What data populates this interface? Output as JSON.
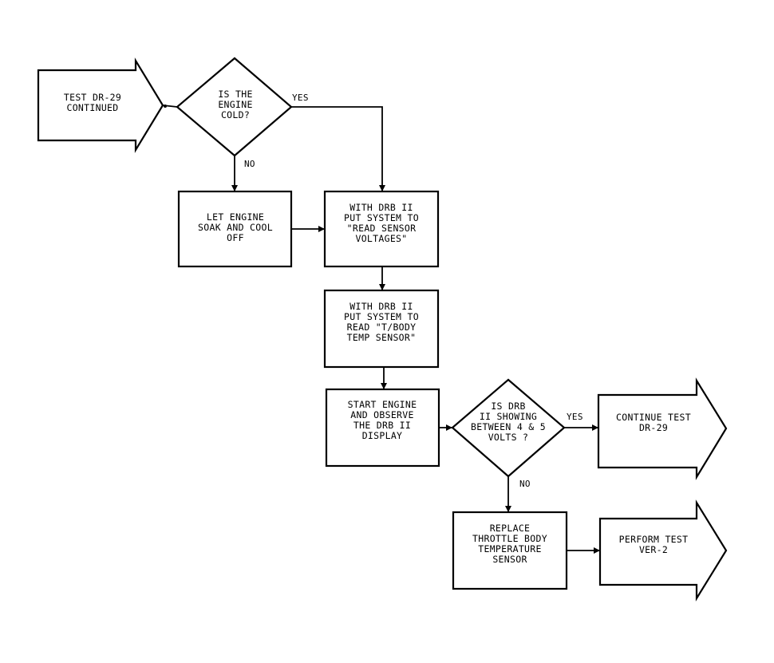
{
  "nodes": {
    "start": "TEST DR-29\nCONTINUED",
    "decision_cold": "IS THE\nENGINE\nCOLD?",
    "let_engine_soak": "LET ENGINE\nSOAK AND COOL\nOFF",
    "read_sensor_voltages": "WITH DRB II\nPUT SYSTEM TO\n\"READ SENSOR\nVOLTAGES\"",
    "read_tbody_temp": "WITH DRB II\nPUT SYSTEM TO\nREAD \"T/BODY\nTEMP SENSOR\"",
    "start_engine_observe": "START ENGINE\nAND OBSERVE\nTHE DRB II\nDISPLAY",
    "decision_volts": "IS DRB\nII SHOWING\nBETWEEN 4 & 5\nVOLTS ?",
    "continue_test": "CONTINUE TEST\nDR-29",
    "replace_sensor": "REPLACE\nTHROTTLE BODY\nTEMPERATURE\nSENSOR",
    "perform_test": "PERFORM TEST\nVER-2"
  },
  "edges": {
    "cold_yes": "YES",
    "cold_no": "NO",
    "volts_yes": "YES",
    "volts_no": "NO"
  }
}
